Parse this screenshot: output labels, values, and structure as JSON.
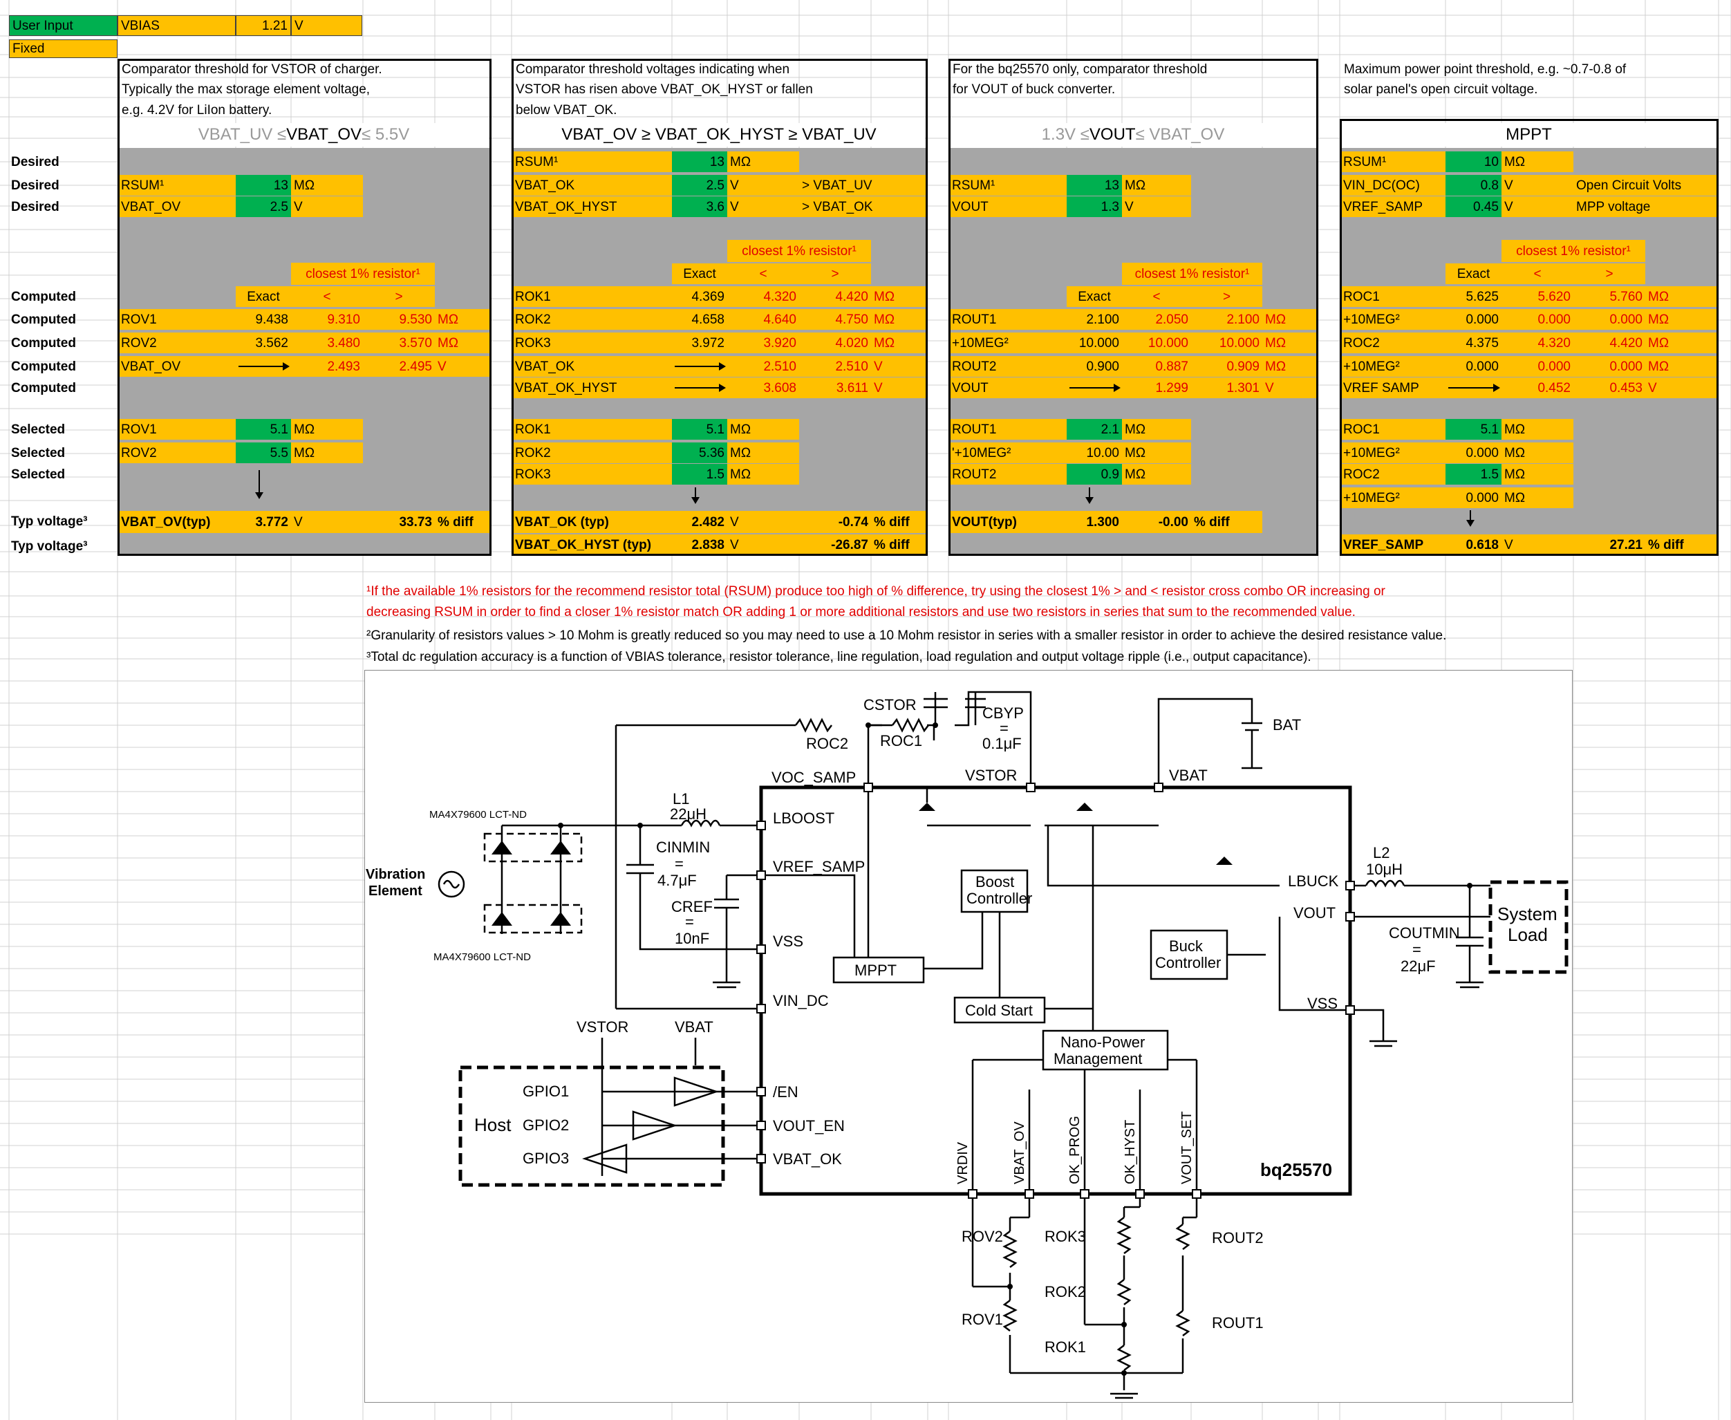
{
  "top": {
    "legend_user_input": "User Input",
    "legend_fixed": "Fixed",
    "vbias_label": "VBIAS",
    "vbias_value": "1.21",
    "vbias_unit": "V"
  },
  "row_labels": {
    "desired": "Desired",
    "computed": "Computed",
    "selected": "Selected",
    "typ_voltage": "Typ voltage³"
  },
  "common": {
    "exact": "Exact",
    "lt": "<",
    "gt": ">",
    "closest": "closest 1% resistor¹",
    "megohm": "MΩ",
    "volt": "V",
    "pct_diff": "% diff"
  },
  "ov": {
    "desc": [
      "Comparator threshold for VSTOR of charger.",
      "Typically the max storage element voltage,",
      "e.g. 4.2V for LiIon battery."
    ],
    "header_a": "VBAT_UV ≤ ",
    "header_b": "VBAT_OV",
    "header_c": " ≤ 5.5V",
    "rsum_label": "RSUM¹",
    "rsum_value": "13",
    "vbat_ov_label": "VBAT_OV",
    "vbat_ov_value": "2.5",
    "rov1": {
      "label": "ROV1",
      "exact": "9.438",
      "lo": "9.310",
      "hi": "9.530"
    },
    "rov2": {
      "label": "ROV2",
      "exact": "3.562",
      "lo": "3.480",
      "hi": "3.570"
    },
    "vbat_ov_computed": {
      "label": "VBAT_OV",
      "lo": "2.493",
      "hi": "2.495"
    },
    "sel_rov1": {
      "label": "ROV1",
      "value": "5.1"
    },
    "sel_rov2": {
      "label": "ROV2",
      "value": "5.5"
    },
    "typ": {
      "label": "VBAT_OV(typ)",
      "value": "3.772",
      "diff": "33.73"
    }
  },
  "ok": {
    "desc": [
      "Comparator threshold voltages indicating when",
      "VSTOR has risen above VBAT_OK_HYST or fallen",
      "below VBAT_OK."
    ],
    "header": "VBAT_OV ≥ VBAT_OK_HYST ≥ VBAT_UV",
    "rsum_label": "RSUM¹",
    "rsum_value": "13",
    "vbat_ok_label": "VBAT_OK",
    "vbat_ok_value": "2.5",
    "vbat_ok_note": "> VBAT_UV",
    "vbat_ok_hyst_label": "VBAT_OK_HYST",
    "vbat_ok_hyst_value": "3.6",
    "vbat_ok_hyst_note": "> VBAT_OK",
    "rok1": {
      "label": "ROK1",
      "exact": "4.369",
      "lo": "4.320",
      "hi": "4.420"
    },
    "rok2": {
      "label": "ROK2",
      "exact": "4.658",
      "lo": "4.640",
      "hi": "4.750"
    },
    "rok3": {
      "label": "ROK3",
      "exact": "3.972",
      "lo": "3.920",
      "hi": "4.020"
    },
    "vbat_ok_computed": {
      "label": "VBAT_OK",
      "lo": "2.510",
      "hi": "2.510"
    },
    "vbat_ok_hyst_computed": {
      "label": "VBAT_OK_HYST",
      "lo": "3.608",
      "hi": "3.611"
    },
    "sel_rok1": {
      "label": "ROK1",
      "value": "5.1"
    },
    "sel_rok2": {
      "label": "ROK2",
      "value": "5.36"
    },
    "sel_rok3": {
      "label": "ROK3",
      "value": "1.5"
    },
    "typ_ok": {
      "label": "VBAT_OK (typ)",
      "value": "2.482",
      "diff": "-0.74"
    },
    "typ_hyst": {
      "label": "VBAT_OK_HYST (typ)",
      "value": "2.838",
      "diff": "-26.87"
    }
  },
  "out": {
    "desc": [
      "For the bq25570 only, comparator threshold",
      "for VOUT of buck converter."
    ],
    "header_a": "1.3V ≤ ",
    "header_b": "VOUT",
    "header_c": " ≤ VBAT_OV",
    "rsum_label": "RSUM¹",
    "rsum_value": "13",
    "vout_label": "VOUT",
    "vout_value": "1.3",
    "rout1": {
      "label": "ROUT1",
      "exact": "2.100",
      "lo": "2.050",
      "hi": "2.100"
    },
    "ten1": {
      "label": "+10MEG²",
      "exact": "10.000",
      "lo": "10.000",
      "hi": "10.000"
    },
    "rout2": {
      "label": "ROUT2",
      "exact": "0.900",
      "lo": "0.887",
      "hi": "0.909"
    },
    "vout_computed": {
      "label": "VOUT",
      "lo": "1.299",
      "hi": "1.301"
    },
    "sel_rout1": {
      "label": "ROUT1",
      "value": "2.1"
    },
    "sel_ten": {
      "label": "'+10MEG²",
      "value": "10.00"
    },
    "sel_rout2": {
      "label": "ROUT2",
      "value": "0.9"
    },
    "typ": {
      "label": "VOUT(typ)",
      "value": "1.300",
      "diff": "-0.00"
    }
  },
  "mppt": {
    "desc": [
      "Maximum power point threshold, e.g. ~0.7-0.8 of",
      "solar panel's open circuit voltage."
    ],
    "header": "MPPT",
    "rsum_label": "RSUM¹",
    "rsum_value": "10",
    "vin_label": "VIN_DC(OC)",
    "vin_value": "0.8",
    "vin_note": "Open Circuit Volts",
    "vref_label": "VREF_SAMP",
    "vref_value": "0.45",
    "vref_note": "MPP voltage",
    "roc1": {
      "label": "ROC1",
      "exact": "5.625",
      "lo": "5.620",
      "hi": "5.760"
    },
    "ten1": {
      "label": "+10MEG²",
      "exact": "0.000",
      "lo": "0.000",
      "hi": "0.000"
    },
    "roc2": {
      "label": "ROC2",
      "exact": "4.375",
      "lo": "4.320",
      "hi": "4.420"
    },
    "ten2": {
      "label": "+10MEG²",
      "exact": "0.000",
      "lo": "0.000",
      "hi": "0.000"
    },
    "vref_computed": {
      "label": "VREF SAMP",
      "lo": "0.452",
      "hi": "0.453"
    },
    "sel_roc1": {
      "label": "ROC1",
      "value": "5.1"
    },
    "sel_ten1": {
      "label": "+10MEG²",
      "value": "0.000"
    },
    "sel_roc2": {
      "label": "ROC2",
      "value": "1.5"
    },
    "sel_ten2": {
      "label": "+10MEG²",
      "value": "0.000"
    },
    "typ": {
      "label": "VREF_SAMP",
      "value": "0.618",
      "diff": "27.21"
    }
  },
  "notes": {
    "n1a": "¹If the available 1% resistors for the recommend resistor total (RSUM) produce too high of % difference, try using the closest 1% > and < resistor cross combo OR increasing or",
    "n1b": "decreasing RSUM in order to find a closer 1% resistor match OR adding 1 or more additional resistors and use two resistors in series that sum to the recommended value.",
    "n2": "²Granularity of resistors values > 10 Mohm is greatly reduced so you may need to use a 10 Mohm resistor in series with a smaller resistor in order to achieve the desired resistance value.",
    "n3": "³Total dc regulation accuracy is a function of VBIAS tolerance, resistor tolerance, line regulation, load regulation and output voltage ripple (i.e., output capacitance)."
  },
  "schematic": {
    "chip": "bq25570",
    "cstor": "CSTOR",
    "cbyp": "CBYP",
    "cbyp_eq": "=",
    "cbyp_val": "0.1μF",
    "roc2": "ROC2",
    "roc1": "ROC1",
    "bat": "BAT",
    "voc_samp": "VOC_SAMP",
    "vstor_pin": "VSTOR",
    "vbat_pin": "VBAT",
    "l1": "L1",
    "l1_val": "22μH",
    "lboost": "LBOOST",
    "diode_top": "MA4X79600 LCT-ND",
    "diode_bot": "MA4X79600 LCT-ND",
    "vib1": "Vibration",
    "vib2": "Element",
    "cin": "CINMIN",
    "cin_eq": "=",
    "cin_val": "4.7μF",
    "cref": "CREF",
    "cref_eq": "=",
    "cref_val": "10nF",
    "vref_samp": "VREF_SAMP",
    "vss_left": "VSS",
    "boost1": "Boost",
    "boost2": "Controller",
    "mppt": "MPPT",
    "vin_dc": "VIN_DC",
    "cold_start": "Cold Start",
    "l2": "L2",
    "l2_val": "10μH",
    "lbuck": "LBUCK",
    "vout": "VOUT",
    "cout": "COUTMIN",
    "cout_eq": "=",
    "cout_val": "22μF",
    "sys1": "System",
    "sys2": "Load",
    "buck1": "Buck",
    "buck2": "Controller",
    "vss_right": "VSS",
    "nano1": "Nano-Power",
    "nano2": "Management",
    "host_vstor": "VSTOR",
    "host_vbat": "VBAT",
    "host": "Host",
    "gpio1": "GPIO1",
    "gpio2": "GPIO2",
    "gpio3": "GPIO3",
    "en": "/EN",
    "vout_en": "VOUT_EN",
    "vbat_ok": "VBAT_OK",
    "vrdiv": "VRDIV",
    "vbat_ov": "VBAT_OV",
    "ok_prog": "OK_PROG",
    "ok_hyst": "OK_HYST",
    "vout_set": "VOUT_SET",
    "rov2": "ROV2",
    "rov1": "ROV1",
    "rok3": "ROK3",
    "rok2": "ROK2",
    "rok1": "ROK1",
    "rout2": "ROUT2",
    "rout1": "ROUT1"
  }
}
